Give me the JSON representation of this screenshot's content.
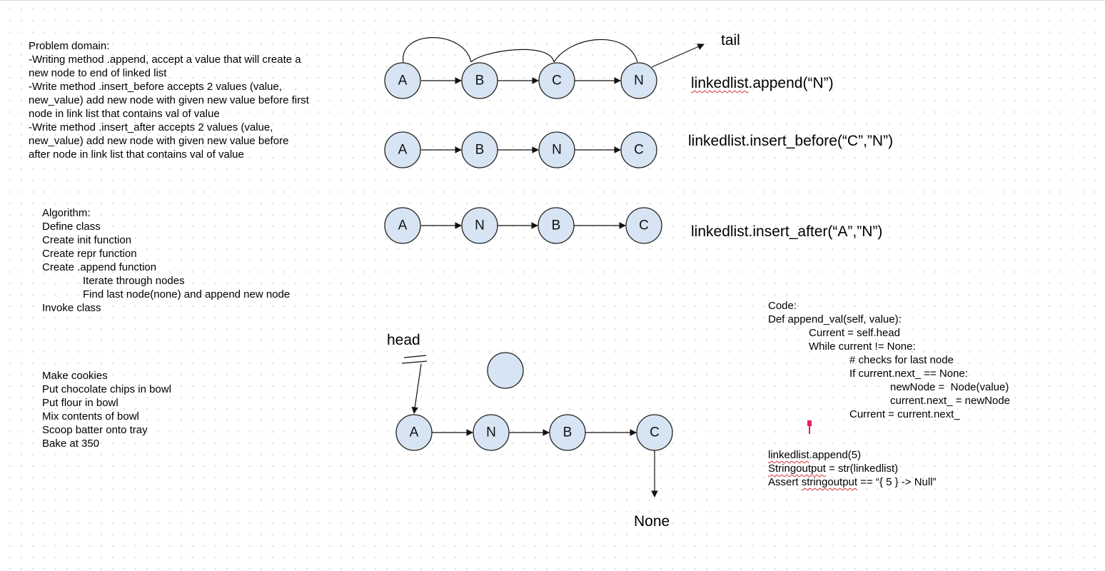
{
  "problem_domain": [
    "Problem domain:",
    "-Writing method .append, accept a value that will create a",
    "new node to end of linked list",
    "-Write method .insert_before accepts 2 values (value,",
    "new_value) add new node with given new value before first",
    "node in link list that contains val of value",
    "-Write method .insert_after accepts 2 values (value,",
    "new_value) add new node with given new value before",
    "after node in link list that contains val of value"
  ],
  "algorithm": [
    {
      "text": "Algorithm:",
      "indent": 0
    },
    {
      "text": "Define class",
      "indent": 0
    },
    {
      "text": "Create init function",
      "indent": 0
    },
    {
      "text": "Create repr function",
      "indent": 0
    },
    {
      "text": "Create .append function",
      "indent": 0
    },
    {
      "text": "Iterate through nodes",
      "indent": 1
    },
    {
      "text": "Find last node(none) and append new node",
      "indent": 1
    },
    {
      "text": "Invoke class",
      "indent": 0
    }
  ],
  "recipe": [
    "Make cookies",
    "Put chocolate chips in bowl",
    "Put flour in bowl",
    "Mix contents of bowl",
    "Scoop batter onto tray",
    "Bake at 350"
  ],
  "code": [
    {
      "text": "Code:",
      "indent": 0
    },
    {
      "text": "Def append_val(self, value):",
      "indent": 0
    },
    {
      "text": "Current = self.head",
      "indent": 1
    },
    {
      "text": "While current != None:",
      "indent": 1
    },
    {
      "text": "# checks for last node",
      "indent": 2
    },
    {
      "text": "If current.next_ == None:",
      "indent": 2
    },
    {
      "text": "newNode =  Node(value)",
      "indent": 3
    },
    {
      "text": "current.next_ = newNode",
      "indent": 3
    },
    {
      "text": "Current = current.next_",
      "indent": 2
    }
  ],
  "test_code": [
    "linkedlist.append(5)",
    "Stringoutput = str(linkedlist)",
    "Assert stringoutput == “{ 5 } -> Null”"
  ],
  "operations": {
    "append": "linkedlist.append(“N”)",
    "insert_before": "linkedlist.insert_before(“C”,”N”)",
    "insert_after": "linkedlist.insert_after(“A”,”N”)"
  },
  "diagram_labels": {
    "tail": "tail",
    "head": "head",
    "none": "None"
  },
  "lists": {
    "append_nodes": [
      "A",
      "B",
      "C",
      "N"
    ],
    "insert_before_nodes": [
      "A",
      "B",
      "N",
      "C"
    ],
    "insert_after_nodes": [
      "A",
      "N",
      "B",
      "C"
    ],
    "walkthrough_nodes": [
      "A",
      "N",
      "B",
      "C"
    ]
  },
  "colors": {
    "node_fill": "#d6e4f3",
    "spellcheck": "#d32f2f",
    "cursor": "#e91e63"
  }
}
